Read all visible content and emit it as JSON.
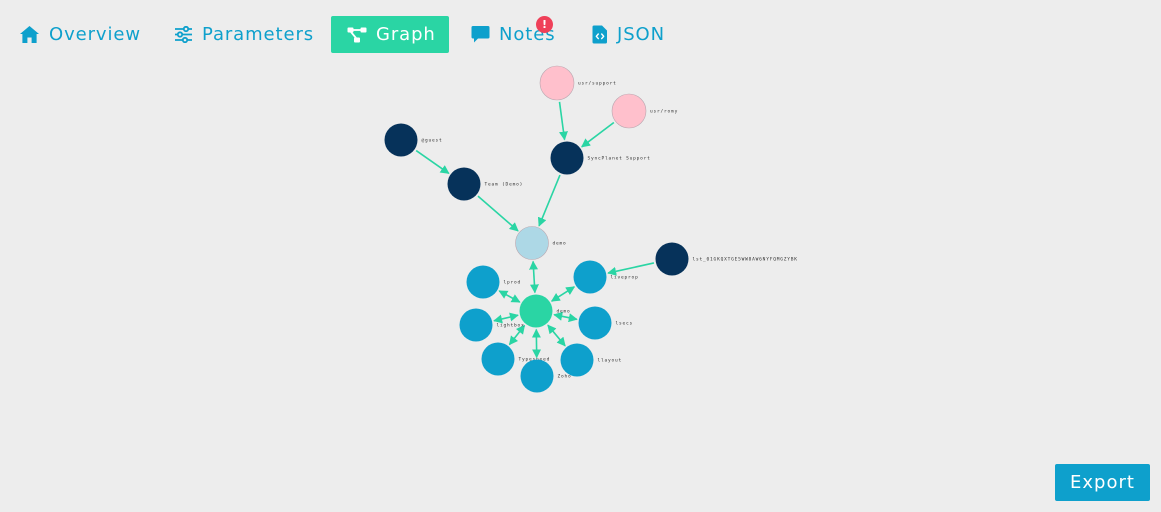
{
  "tabs": [
    {
      "label": "Overview",
      "icon": "home-icon"
    },
    {
      "label": "Parameters",
      "icon": "sliders-icon"
    },
    {
      "label": "Graph",
      "icon": "graph-icon",
      "active": true
    },
    {
      "label": "Notes",
      "icon": "comment-icon",
      "badge": "!"
    },
    {
      "label": "JSON",
      "icon": "code-file-icon"
    }
  ],
  "colors": {
    "accent": "#0ea0cc",
    "active_tab": "#2ad5a4",
    "badge": "#ef4059",
    "edge": "#2ad5a4",
    "node_dark": "#06325a",
    "node_pink": "#ffc0cc",
    "node_light": "#add8e6",
    "node_blue": "#0ea0cc",
    "node_center": "#2ad5a4"
  },
  "graph": {
    "nodes": [
      {
        "id": "usr_support",
        "label": "usr/support",
        "kind": "pink"
      },
      {
        "id": "usr_romy",
        "label": "usr/romy",
        "kind": "pink"
      },
      {
        "id": "guest",
        "label": "@guest",
        "kind": "dark"
      },
      {
        "id": "syncplanet",
        "label": "SyncPlanet Support",
        "kind": "dark"
      },
      {
        "id": "team_demo",
        "label": "Team (Demo)",
        "kind": "dark"
      },
      {
        "id": "demo_parent",
        "label": "demo",
        "kind": "light"
      },
      {
        "id": "lst",
        "label": "lst_01GKQXTGE5WW8AW6NYFQMGZYBK",
        "kind": "dark"
      },
      {
        "id": "lprod",
        "label": "lprod",
        "kind": "blue"
      },
      {
        "id": "liveprop",
        "label": "liveprop",
        "kind": "blue"
      },
      {
        "id": "demo_center",
        "label": "demo",
        "kind": "center"
      },
      {
        "id": "lightbox",
        "label": "lightbox",
        "kind": "blue"
      },
      {
        "id": "lsecs",
        "label": "lsecs",
        "kind": "blue"
      },
      {
        "id": "typespeed",
        "label": "Typespeed",
        "kind": "blue"
      },
      {
        "id": "llayout",
        "label": "llayout",
        "kind": "blue"
      },
      {
        "id": "zoho",
        "label": "Zoho",
        "kind": "blue"
      }
    ],
    "edges": [
      {
        "from": "usr_support",
        "to": "syncplanet"
      },
      {
        "from": "usr_romy",
        "to": "syncplanet"
      },
      {
        "from": "guest",
        "to": "team_demo"
      },
      {
        "from": "team_demo",
        "to": "demo_parent"
      },
      {
        "from": "syncplanet",
        "to": "demo_parent"
      },
      {
        "from": "lst",
        "to": "liveprop"
      },
      {
        "from": "demo_center",
        "to": "demo_parent",
        "both": true
      },
      {
        "from": "demo_center",
        "to": "lprod",
        "both": true
      },
      {
        "from": "demo_center",
        "to": "liveprop",
        "both": true
      },
      {
        "from": "demo_center",
        "to": "lightbox",
        "both": true
      },
      {
        "from": "demo_center",
        "to": "lsecs",
        "both": true
      },
      {
        "from": "demo_center",
        "to": "typespeed",
        "both": true
      },
      {
        "from": "demo_center",
        "to": "llayout",
        "both": true
      },
      {
        "from": "demo_center",
        "to": "zoho",
        "both": true
      }
    ]
  },
  "export_label": "Export"
}
